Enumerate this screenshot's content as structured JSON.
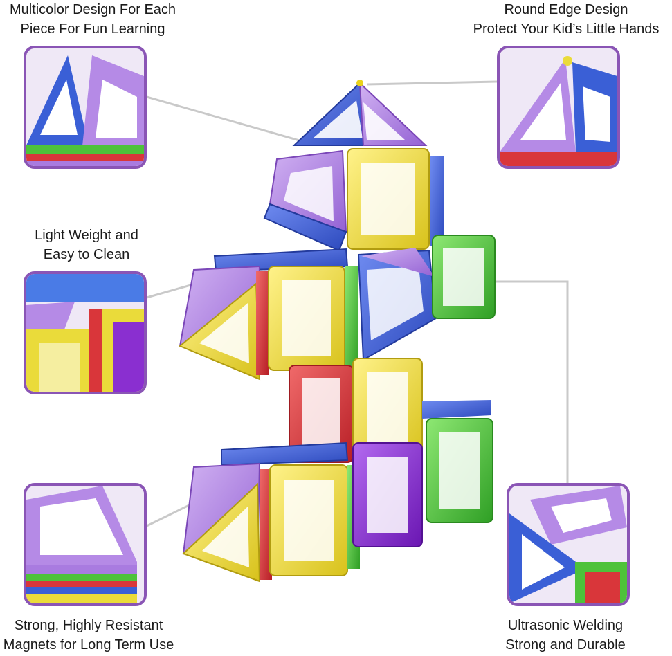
{
  "features": {
    "multicolor": {
      "line1": "Multicolor Design For Each",
      "line2": "Piece For Fun Learning"
    },
    "round_edge": {
      "line1": "Round Edge Design",
      "line2": "Protect Your Kid’s Little Hands"
    },
    "light_weight": {
      "line1": "Light Weight and",
      "line2": "Easy to Clean"
    },
    "magnets": {
      "line1": "Strong, Highly Resistant",
      "line2": "Magnets for Long Term Use"
    },
    "welding": {
      "line1": "Ultrasonic Welding",
      "line2": "Strong and Durable"
    }
  },
  "colors": {
    "frame": "#8a55b5",
    "blue": "#3a5fd6",
    "purple": "#a97be0",
    "yellow": "#eadb3a",
    "green": "#4ec23a",
    "red": "#d9363a",
    "violet": "#8a2fd0"
  }
}
